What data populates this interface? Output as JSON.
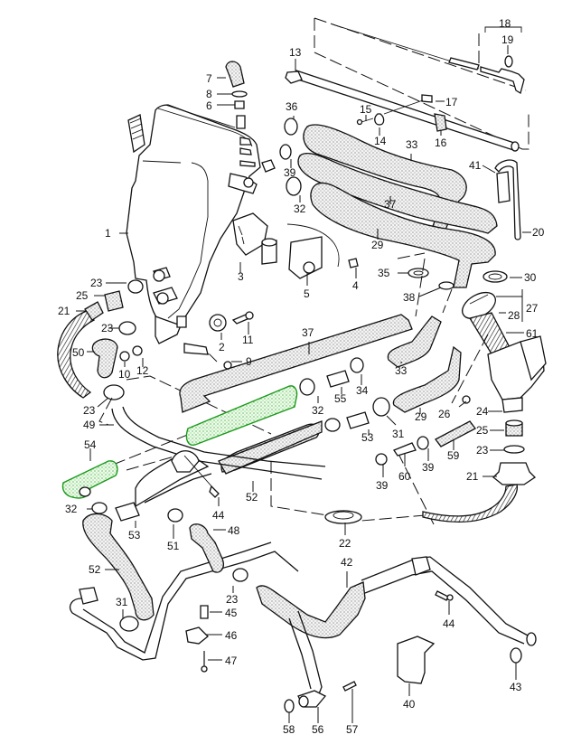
{
  "diagram": {
    "title": "Oil tank, oil lines and hoses - exploded parts diagram",
    "highlight_color": "#1a9a1a",
    "highlighted_parts": [
      "54",
      "highlighted-hose-upper"
    ],
    "labels": {
      "p1": "1",
      "p2": "2",
      "p3": "3",
      "p4": "4",
      "p5": "5",
      "p6": "6",
      "p7": "7",
      "p8": "8",
      "p9": "9",
      "p10": "10",
      "p11": "11",
      "p12": "12",
      "p13": "13",
      "p14": "14",
      "p15": "15",
      "p16": "16",
      "p17": "17",
      "p18": "18",
      "p19": "19",
      "p20": "20",
      "p21a": "21",
      "p21b": "21",
      "p22": "22",
      "p23a": "23",
      "p23b": "23",
      "p23c": "23",
      "p23d": "23",
      "p23e": "23",
      "p24": "24",
      "p25a": "25",
      "p25b": "25",
      "p26": "26",
      "p27": "27",
      "p28": "28",
      "p29a": "29",
      "p29b": "29",
      "p30": "30",
      "p31a": "31",
      "p31b": "31",
      "p32a": "32",
      "p32b": "32",
      "p32c": "32",
      "p33a": "33",
      "p33b": "33",
      "p34": "34",
      "p35": "35",
      "p36": "36",
      "p37a": "37",
      "p37b": "37",
      "p38": "38",
      "p39a": "39",
      "p39b": "39",
      "p39c": "39",
      "p39d": "39",
      "p40": "40",
      "p41": "41",
      "p42": "42",
      "p43": "43",
      "p44a": "44",
      "p44b": "44",
      "p45": "45",
      "p46": "46",
      "p47": "47",
      "p48": "48",
      "p49": "49",
      "p50": "50",
      "p51": "51",
      "p52a": "52",
      "p52b": "52",
      "p53a": "53",
      "p53b": "53",
      "p54": "54",
      "p55": "55",
      "p56": "56",
      "p57": "57",
      "p58": "58",
      "p59": "59",
      "p60": "60",
      "p61": "61"
    }
  }
}
